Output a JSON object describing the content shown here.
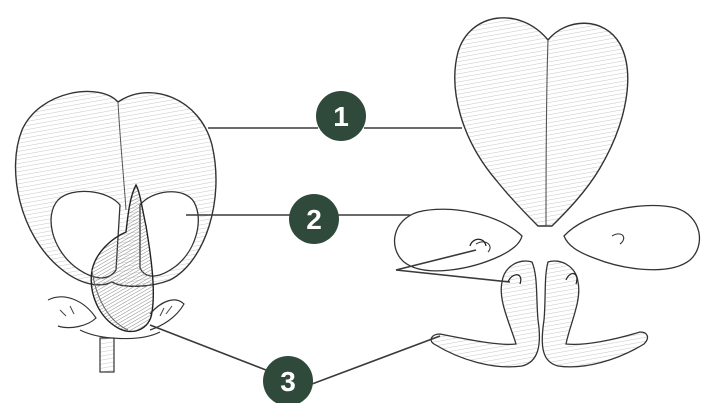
{
  "figure": {
    "description_none": "",
    "badge_color": "#2f4a3a",
    "line_color": "#3a3a3a",
    "callouts": [
      {
        "number": "1"
      },
      {
        "number": "2"
      },
      {
        "number": "3"
      }
    ]
  }
}
